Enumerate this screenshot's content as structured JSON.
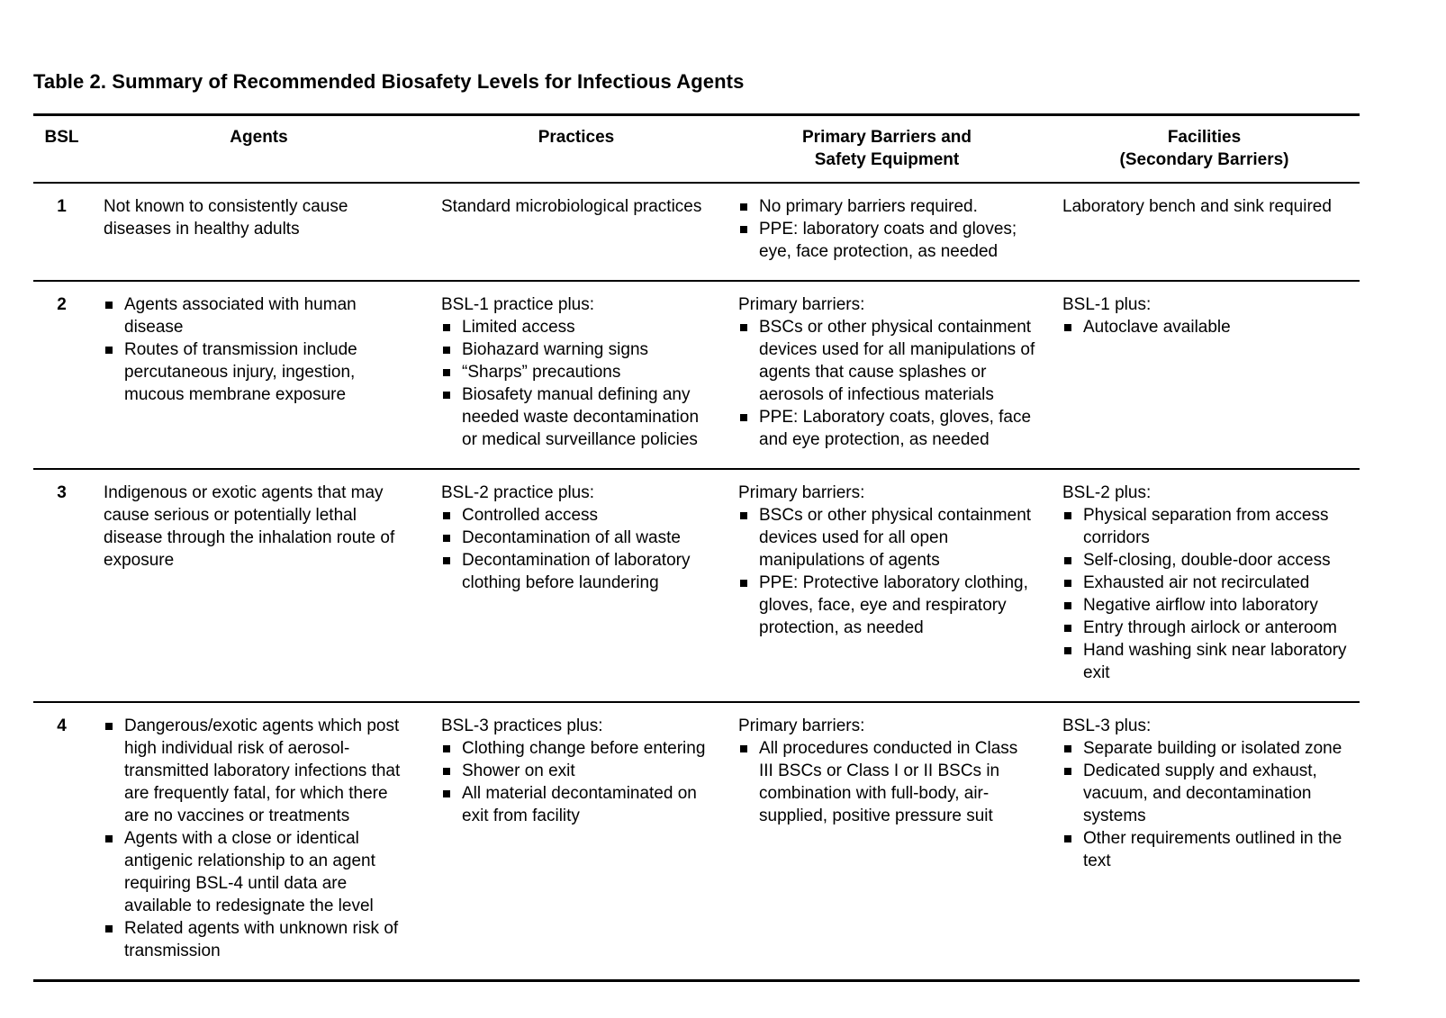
{
  "page": {
    "title": "Table 2. Summary of Recommended Biosafety Levels for Infectious Agents"
  },
  "table": {
    "headers": {
      "bsl": "BSL",
      "agents": "Agents",
      "practices": "Practices",
      "barriers": "Primary Barriers and\nSafety Equipment",
      "facilities": "Facilities\n(Secondary Barriers)"
    },
    "rows": [
      {
        "bsl": "1",
        "agents": {
          "lead": "Not known to consistently cause diseases in healthy adults",
          "bullets": []
        },
        "practices": {
          "lead": "Standard microbiological practices",
          "bullets": []
        },
        "barriers": {
          "lead": "",
          "bullets": [
            "No primary barriers required.",
            "PPE: laboratory coats and gloves; eye, face protection, as needed"
          ]
        },
        "facilities": {
          "lead": "Laboratory bench and sink required",
          "bullets": []
        }
      },
      {
        "bsl": "2",
        "agents": {
          "lead": "",
          "bullets": [
            "Agents associated with human disease",
            "Routes of transmission include percutaneous injury, ingestion, mucous membrane exposure"
          ]
        },
        "practices": {
          "lead": "BSL-1 practice plus:",
          "bullets": [
            "Limited access",
            "Biohazard warning signs",
            "“Sharps” precautions",
            "Biosafety manual defining any needed waste decontamination or medical surveillance policies"
          ]
        },
        "barriers": {
          "lead": "Primary barriers:",
          "bullets": [
            "BSCs or other physical containment devices used for all manipulations of agents that cause splashes or aerosols of infectious materials",
            "PPE: Laboratory coats, gloves, face and eye protection, as needed"
          ]
        },
        "facilities": {
          "lead": "BSL-1 plus:",
          "bullets": [
            "Autoclave available"
          ]
        }
      },
      {
        "bsl": "3",
        "agents": {
          "lead": "Indigenous or exotic agents that may cause serious or potentially lethal disease through the inhalation route of exposure",
          "bullets": []
        },
        "practices": {
          "lead": "BSL-2 practice plus:",
          "bullets": [
            "Controlled access",
            "Decontamination of all waste",
            "Decontamination of laboratory clothing before laundering"
          ]
        },
        "barriers": {
          "lead": "Primary barriers:",
          "bullets": [
            "BSCs or other physical containment devices used for all open manipulations of agents",
            "PPE: Protective laboratory clothing, gloves, face, eye and respiratory protection, as needed"
          ]
        },
        "facilities": {
          "lead": "BSL-2 plus:",
          "bullets": [
            "Physical separation from access corridors",
            "Self-closing, double-door access",
            "Exhausted air not recirculated",
            "Negative airflow into laboratory",
            "Entry through airlock or anteroom",
            "Hand washing sink near laboratory exit"
          ]
        }
      },
      {
        "bsl": "4",
        "agents": {
          "lead": "",
          "bullets": [
            "Dangerous/exotic agents which post high individual risk of aerosol-transmitted laboratory infections that are frequently fatal, for which there are no vaccines or treatments",
            "Agents with a close or identical antigenic relationship to an agent requiring BSL-4 until data are available to redesignate the level",
            "Related agents with unknown risk of transmission"
          ]
        },
        "practices": {
          "lead": "BSL-3 practices plus:",
          "bullets": [
            "Clothing change before entering",
            "Shower on exit",
            "All material decontaminated on exit from facility"
          ]
        },
        "barriers": {
          "lead": "Primary barriers:",
          "bullets": [
            "All procedures conducted in Class III BSCs or Class I or II BSCs in combination with full-body, air-supplied, positive pressure suit"
          ]
        },
        "facilities": {
          "lead": "BSL-3 plus:",
          "bullets": [
            "Separate building or isolated zone",
            "Dedicated supply and exhaust, vacuum, and decontamination systems",
            "Other requirements outlined in the text"
          ]
        }
      }
    ]
  }
}
